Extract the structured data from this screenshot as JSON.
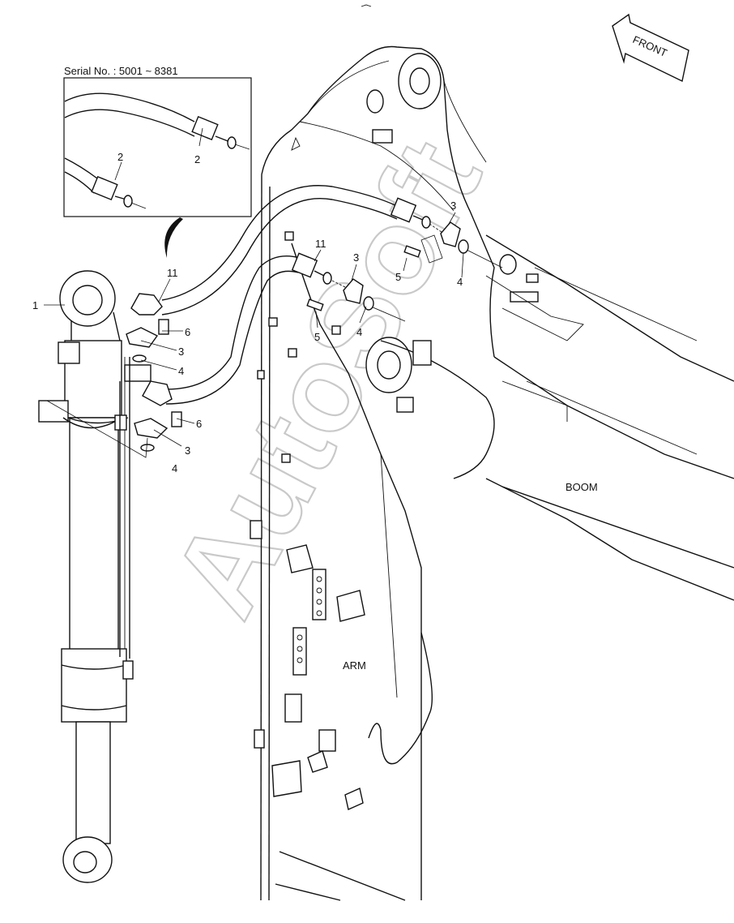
{
  "diagram": {
    "serial_range": "Serial No. : 5001 ~ 8381",
    "front_arrow": "FRONT",
    "watermark": "AutoSoft",
    "labels": {
      "boom": "BOOM",
      "arm": "ARM"
    },
    "callouts": {
      "p1": "1",
      "p2a": "2",
      "p2b": "2",
      "p3_top": "3",
      "p3_mid": "3",
      "p3_left_upper": "3",
      "p3_left_lower": "3",
      "p4_right": "4",
      "p4_mid": "4",
      "p4_left_upper": "4",
      "p4_left_lower": "4",
      "p5_right": "5",
      "p5_mid": "5",
      "p6_upper": "6",
      "p6_lower": "6",
      "p11_left": "11",
      "p11_mid": "11"
    }
  }
}
